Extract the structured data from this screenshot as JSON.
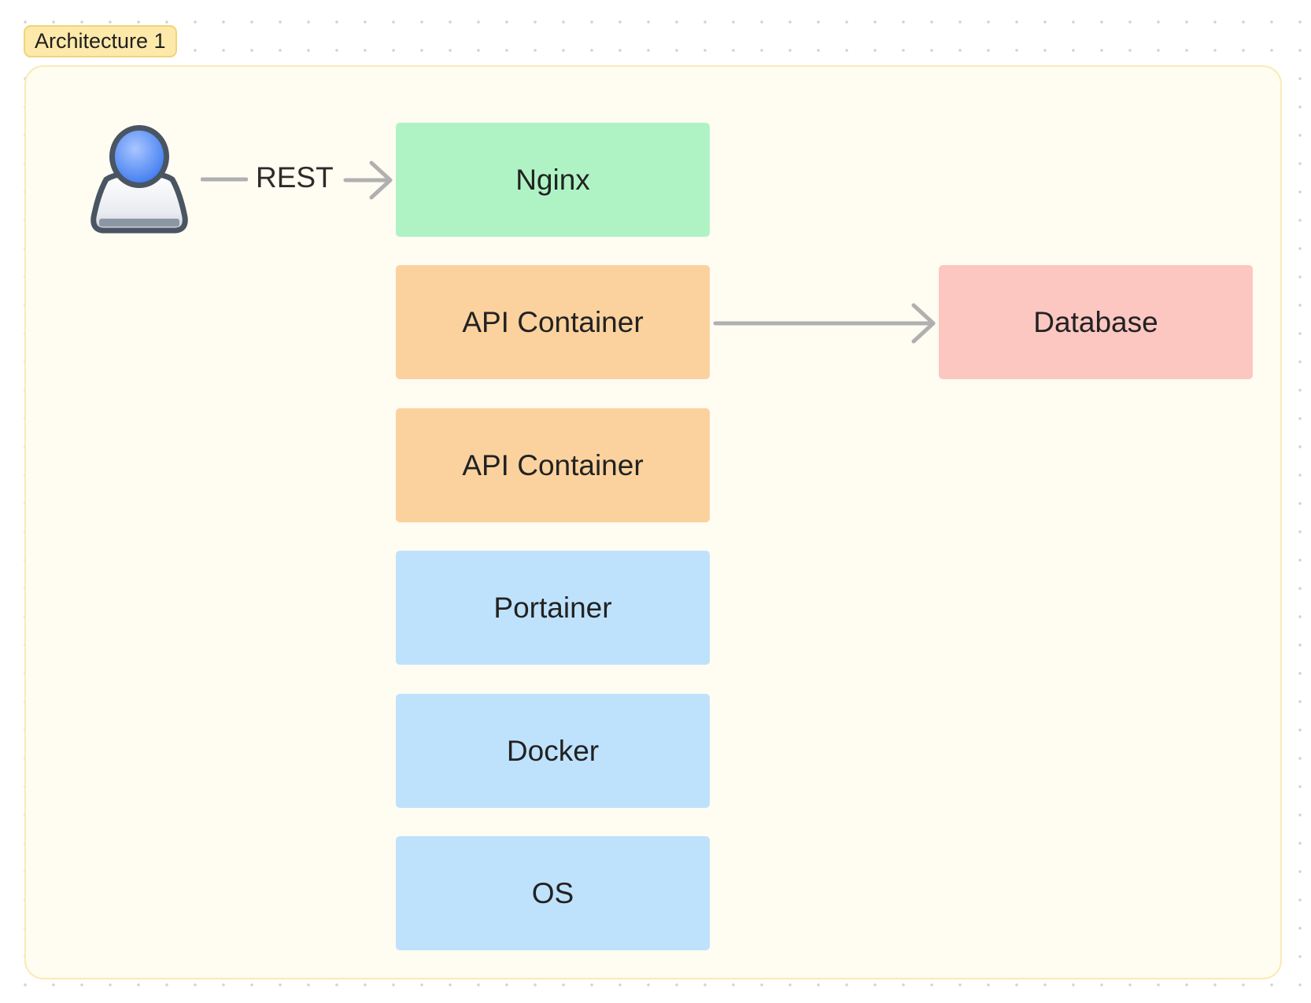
{
  "frame": {
    "label": "Architecture 1"
  },
  "nodes": {
    "nginx": "Nginx",
    "api_container_1": "API Container",
    "api_container_2": "API Container",
    "portainer": "Portainer",
    "docker": "Docker",
    "os": "OS",
    "database": "Database"
  },
  "edges": {
    "user_to_nginx": {
      "label": "REST"
    },
    "api_to_database": {
      "label": ""
    }
  },
  "icons": {
    "user": "user-icon"
  },
  "colors": {
    "frame_background": "#fffcf1",
    "frame_border": "#faeab4",
    "label_background": "#fde9a9",
    "nginx": "#aff3c5",
    "api_container": "#fbd29e",
    "infrastructure": "#bfe2fc",
    "database": "#fcc6c1",
    "connector": "#b0b0b0"
  }
}
